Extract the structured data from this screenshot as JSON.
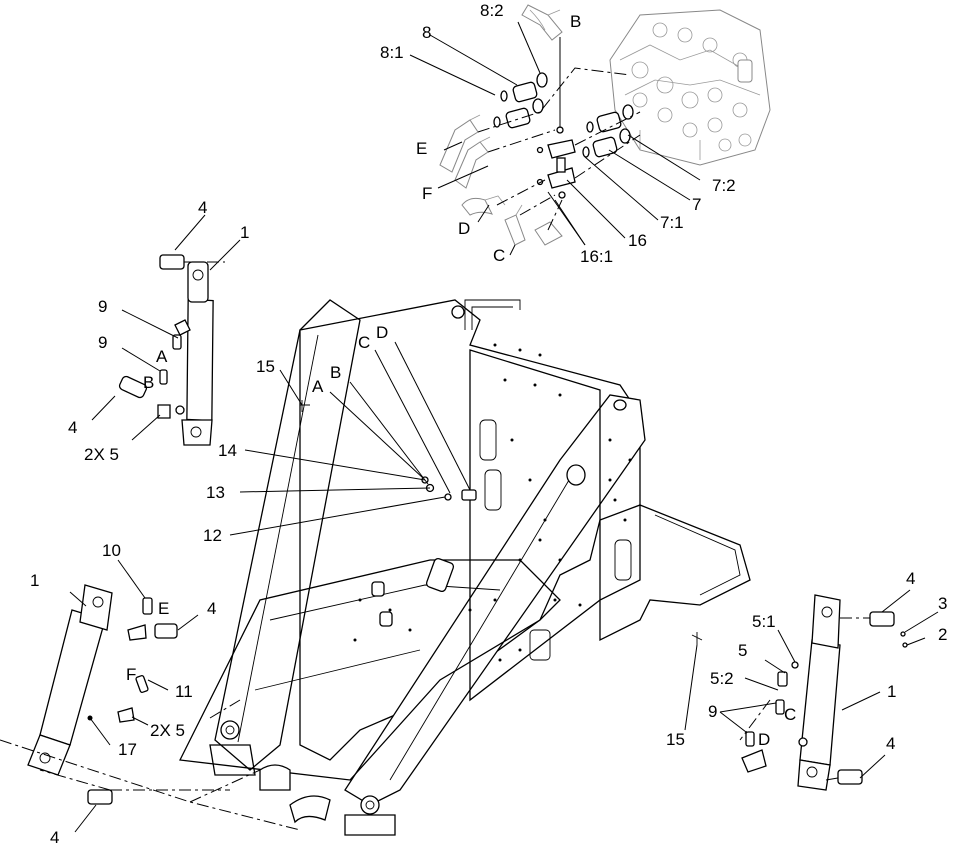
{
  "callouts": {
    "c_8_2": "8:2",
    "c_B_top": "B",
    "c_8": "8",
    "c_8_1": "8:1",
    "c_E_top": "E",
    "c_F_top": "F",
    "c_D_top": "D",
    "c_C_top": "C",
    "c_16_1": "16:1",
    "c_16": "16",
    "c_7_1": "7:1",
    "c_7": "7",
    "c_7_2": "7:2",
    "c_4_ul": "4",
    "c_1_ul": "1",
    "c_9_a": "9",
    "c_A_ul": "A",
    "c_9_b": "9",
    "c_B_ul": "B",
    "c_4_ml": "4",
    "c_2x5_ul": "2X 5",
    "c_15_top": "15",
    "c_A_mid": "A",
    "c_B_mid": "B",
    "c_C_mid": "C",
    "c_D_mid": "D",
    "c_14": "14",
    "c_13": "13",
    "c_12": "12",
    "c_10": "10",
    "c_1_ll": "1",
    "c_E_ll": "E",
    "c_4_ll": "4",
    "c_F_ll": "F",
    "c_11": "11",
    "c_2x5_ll": "2X 5",
    "c_17": "17",
    "c_4_bl": "4",
    "c_4_r": "4",
    "c_3": "3",
    "c_2": "2",
    "c_5_1": "5:1",
    "c_5": "5",
    "c_5_2": "5:2",
    "c_C_r": "C",
    "c_1_r": "1",
    "c_9_r": "9",
    "c_D_r": "D",
    "c_15_r": "15",
    "c_4_br": "4"
  }
}
